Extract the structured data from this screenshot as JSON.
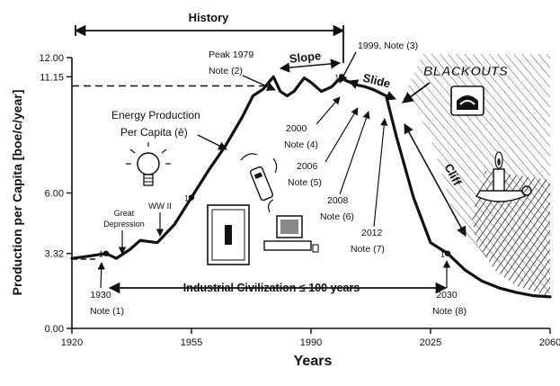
{
  "chart_data": {
    "type": "line",
    "xlabel": "Years",
    "ylabel": "Production per Capita [boe/c/year]",
    "xlim": [
      1920,
      2060
    ],
    "ylim": [
      0,
      12
    ],
    "x_ticks": [
      "1920",
      "1955",
      "1990",
      "2025",
      "2060"
    ],
    "y_ticks": [
      "0.00",
      "3.32",
      "6.00",
      "11.15",
      "12.00"
    ],
    "grid": false,
    "series": [
      {
        "name": "Energy Production Per Capita (ê)",
        "x": [
          1920,
          1925,
          1930,
          1933,
          1937,
          1940,
          1945,
          1950,
          1955,
          1960,
          1965,
          1970,
          1973,
          1976,
          1979,
          1981,
          1983,
          1985,
          1988,
          1990,
          1993,
          1996,
          1999,
          2000,
          2003,
          2006,
          2008,
          2012,
          2015,
          2020,
          2025,
          2030,
          2035,
          2040,
          2045,
          2050,
          2055,
          2060
        ],
        "y": [
          3.1,
          3.2,
          3.32,
          3.1,
          3.5,
          3.9,
          3.8,
          4.6,
          5.8,
          7.0,
          8.1,
          9.4,
          10.3,
          10.6,
          11.15,
          10.5,
          10.3,
          10.5,
          11.1,
          10.9,
          10.5,
          10.7,
          11.15,
          11.0,
          10.8,
          10.7,
          10.6,
          10.3,
          8.5,
          5.8,
          3.8,
          3.32,
          2.6,
          2.1,
          1.8,
          1.6,
          1.45,
          1.4
        ]
      }
    ],
    "annotations": {
      "history": "History",
      "peak": [
        "Peak 1979",
        "Note (2)"
      ],
      "n1999": "1999, Note (3)",
      "slope": "Slope",
      "slide": "Slide",
      "blackouts": "BLACKOUTS",
      "cliff": "Cliff",
      "energy_label": [
        "Energy Production",
        "Per Capita (ê)"
      ],
      "great_depression": [
        "Great",
        "Depression"
      ],
      "ww2": "WW II",
      "n1930": [
        "1930",
        "Note (1)"
      ],
      "n2000": [
        "2000",
        "Note (4)"
      ],
      "n2006": [
        "2006",
        "Note (5)"
      ],
      "n2008": [
        "2008",
        "Note (6)"
      ],
      "n2012": [
        "2012",
        "Note (7)"
      ],
      "n2030": [
        "2030",
        "Note (8)"
      ],
      "industrial": "Industrial Civilization ≤ 100 years",
      "marker_one": "1"
    }
  }
}
